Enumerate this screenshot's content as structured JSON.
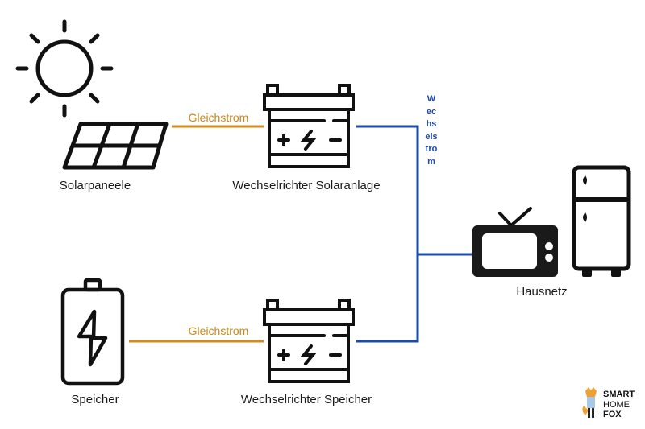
{
  "nodes": {
    "solar_panels": "Solarpaneele",
    "inverter_solar": "Wechselrichter Solaranlage",
    "storage": "Speicher",
    "inverter_storage": "Wechselrichter Speicher",
    "house_grid": "Hausnetz"
  },
  "connections": {
    "dc_top": "Gleichstrom",
    "dc_bottom": "Gleichstrom",
    "ac": "Wechselstrom"
  },
  "colors": {
    "dc": "#d08a1e",
    "ac": "#1e4aa8",
    "icon": "#111111"
  },
  "logo": {
    "line1": "SMART",
    "line2": "HOME",
    "line3": "FOX"
  }
}
